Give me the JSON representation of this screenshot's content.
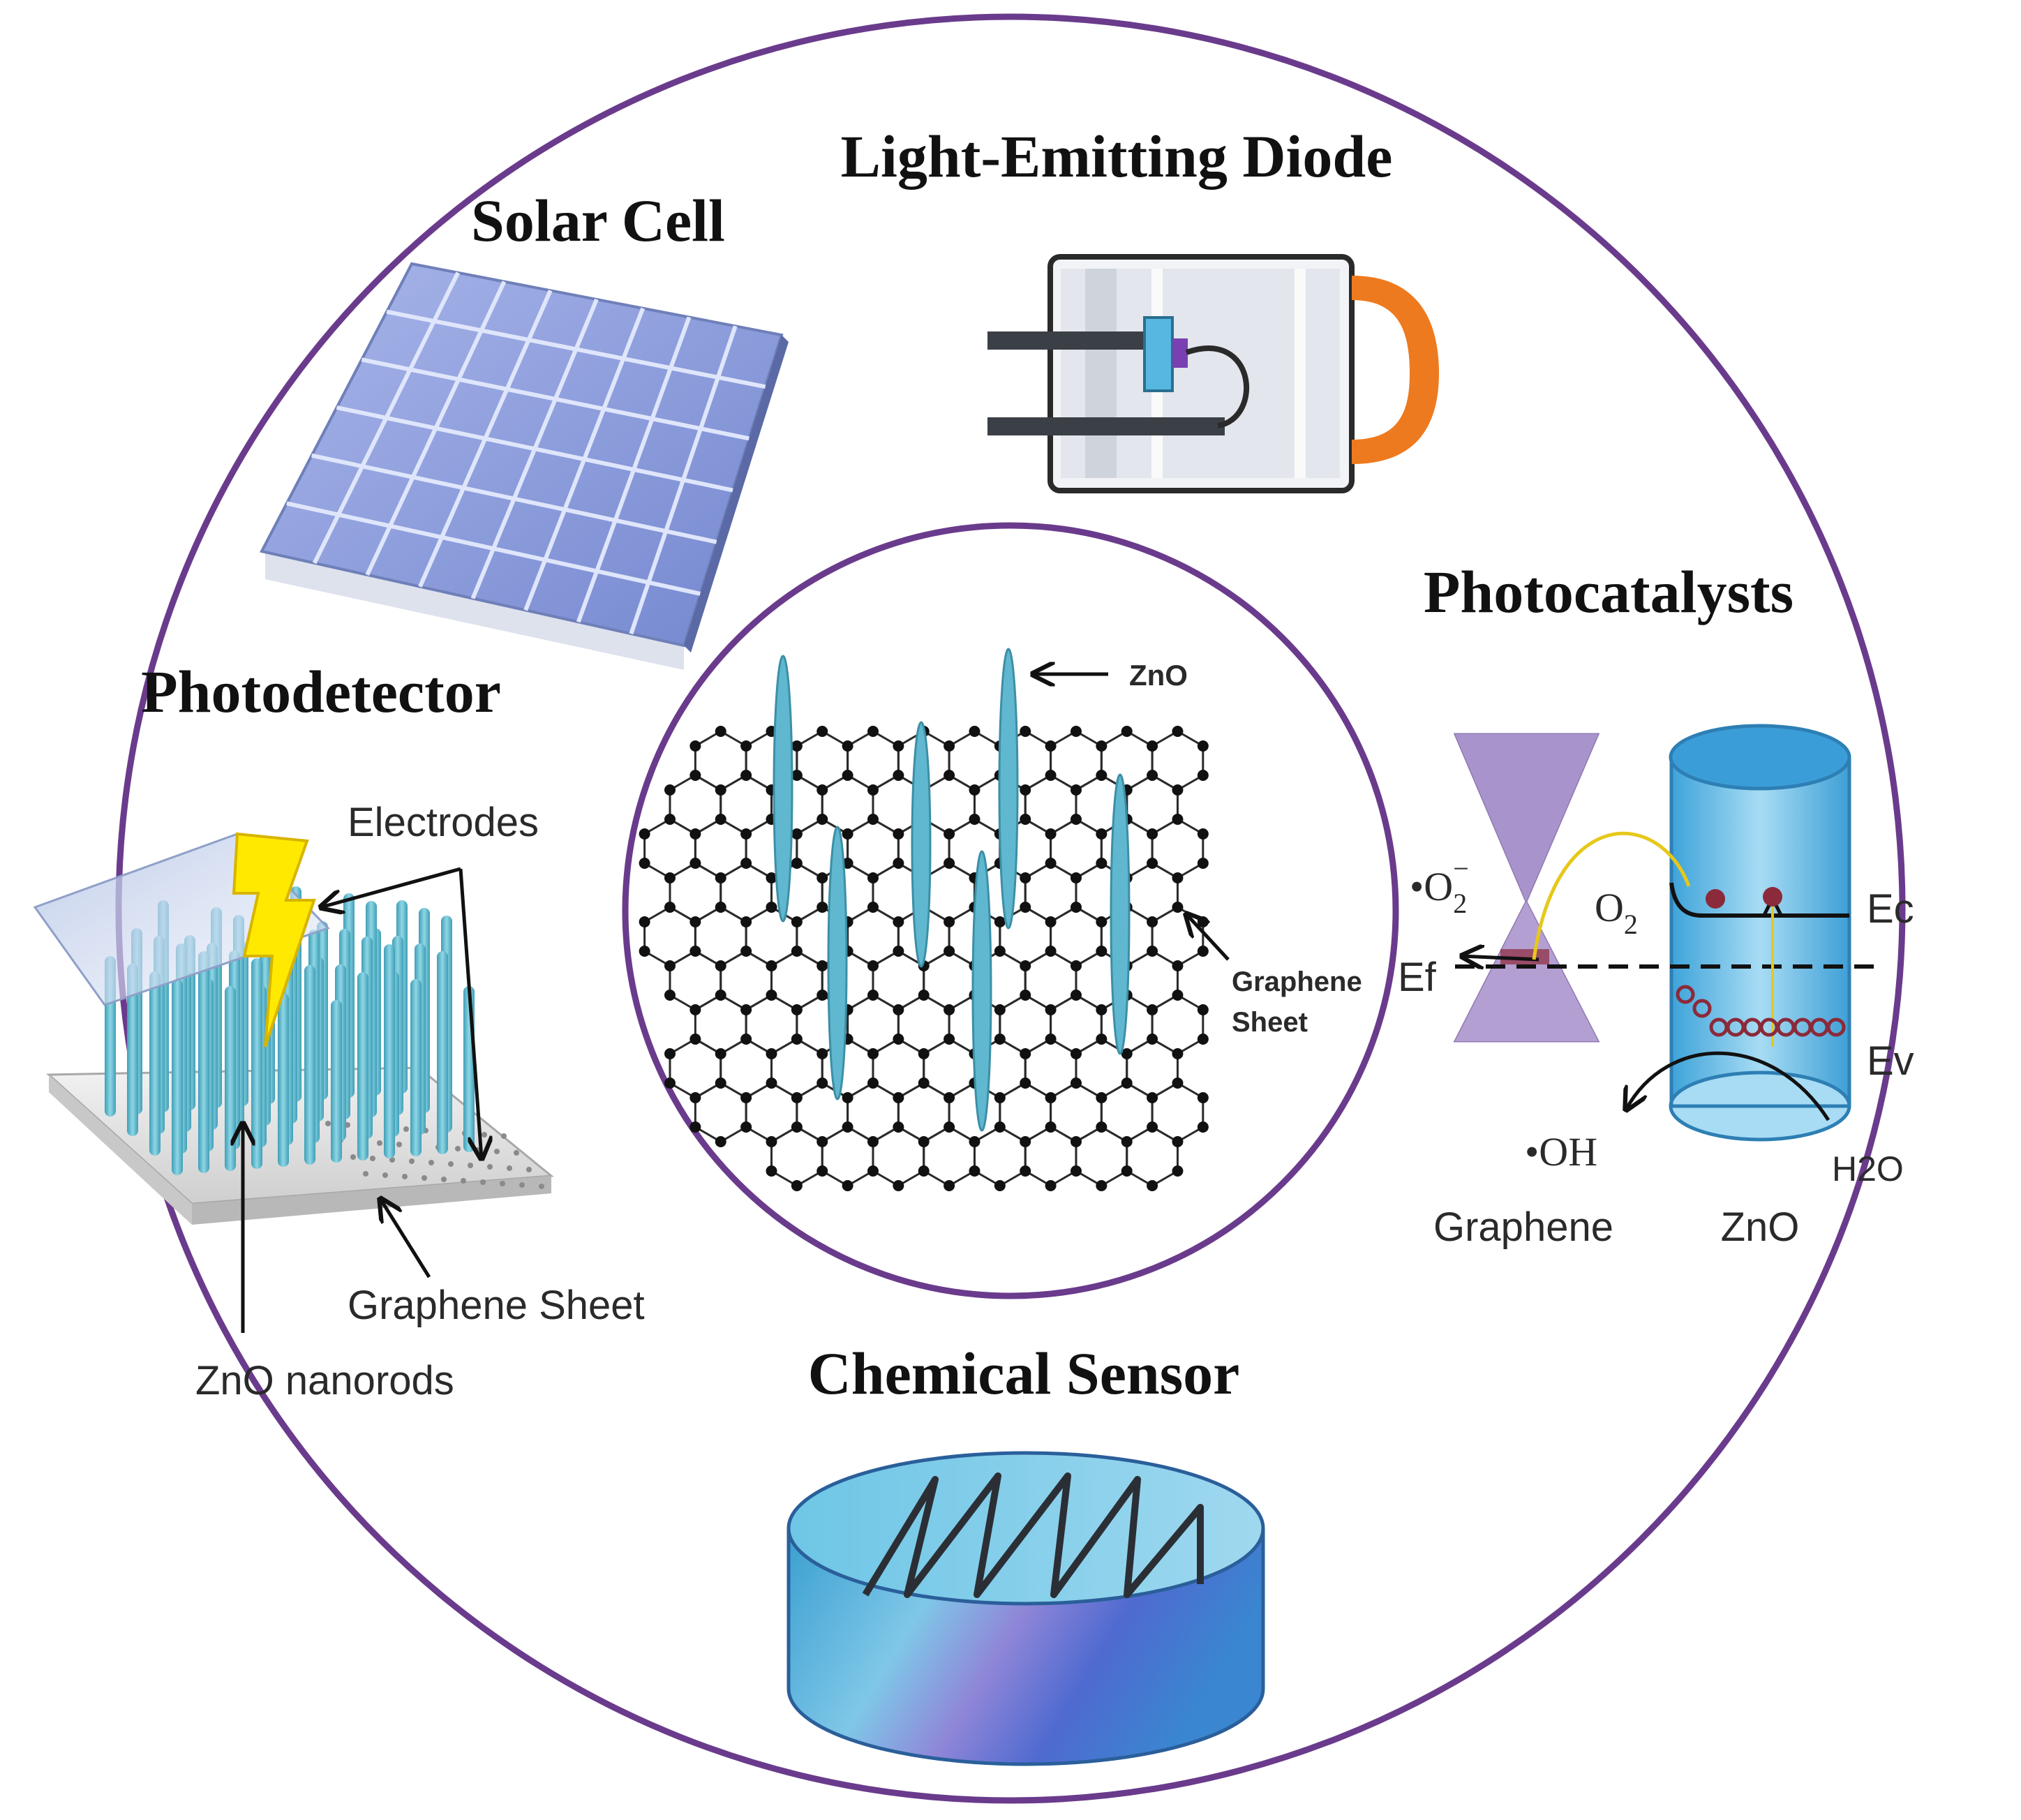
{
  "titles": {
    "led": "Light-Emitting Diode",
    "solar": "Solar Cell",
    "photocatalysts": "Photocatalysts",
    "photodetector": "Photodetector",
    "chemical_sensor": "Chemical Sensor"
  },
  "center": {
    "zno_label": "ZnO",
    "graphene_line1": "Graphene",
    "graphene_line2": "Sheet"
  },
  "photodetector": {
    "electrodes": "Electrodes",
    "graphene_sheet": "Graphene Sheet",
    "zno_nanorods": "ZnO nanorods"
  },
  "photocatalyst": {
    "superoxide": "•O",
    "superoxide_sub": "2",
    "superoxide_sup": "−",
    "oxygen": "O",
    "oxygen_sub": "2",
    "ef": "Ef",
    "ec": "Ec",
    "ev": "Ev",
    "hydroxyl": "•OH",
    "water": "H2O",
    "graphene": "Graphene",
    "zno": "ZnO"
  },
  "colors": {
    "ring": "#6a3b8c",
    "nanorod": "#5fb8cf",
    "solar_cell": "#8d9fdc",
    "led_orange": "#ee7a1f",
    "cone": "#b9a3d6",
    "cylinder": "#6cc3ee",
    "electron": "#8b2a3a"
  }
}
